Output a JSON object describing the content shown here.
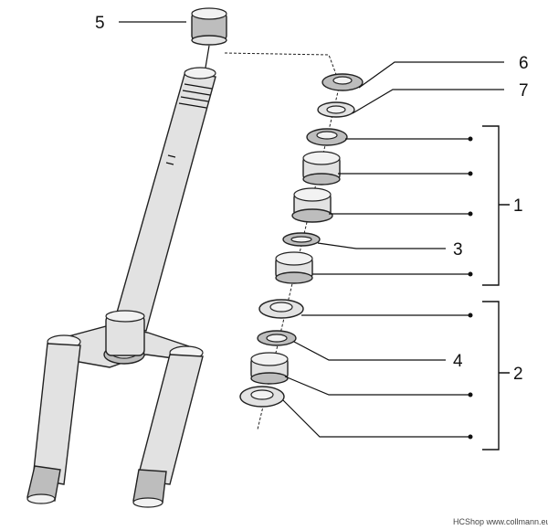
{
  "diagram": {
    "callouts": {
      "c1": "1",
      "c2": "2",
      "c3": "3",
      "c4": "4",
      "c5": "5",
      "c6": "6",
      "c7": "7"
    },
    "watermark": "HCShop www.collmann.eu"
  }
}
